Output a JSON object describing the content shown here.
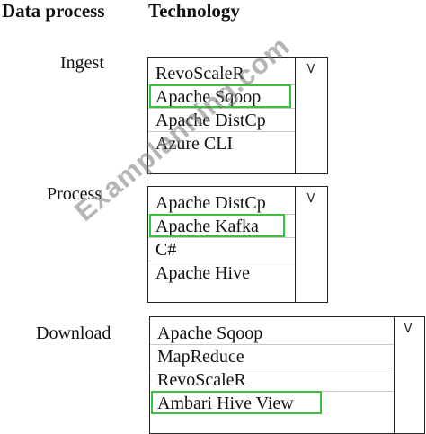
{
  "headers": {
    "data_process": "Data process",
    "technology": "Technology"
  },
  "rows": [
    {
      "label": "Ingest",
      "options": [
        "RevoScaleR",
        "Apache Sqoop",
        "Apache DistCp",
        "Azure CLI"
      ],
      "selected": "Apache Sqoop"
    },
    {
      "label": "Process",
      "options": [
        "Apache DistCp",
        "Apache Kafka",
        "C#",
        "Apache Hive"
      ],
      "selected": "Apache Kafka"
    },
    {
      "label": "Download",
      "options": [
        "Apache Sqoop",
        "MapReduce",
        "RevoScaleR",
        "Ambari Hive View"
      ],
      "selected": "Ambari Hive View"
    }
  ],
  "dropdown_arrow": "V",
  "watermark": "Examplanning.com",
  "colors": {
    "selection_border": "#39c23a",
    "border": "#222222"
  }
}
